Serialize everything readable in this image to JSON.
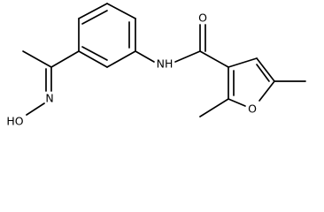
{
  "molecule": {
    "labels": {
      "ho": "HO",
      "n_oxime": "N",
      "nh": "NH",
      "o_carbonyl": "O",
      "o_furan": "O"
    },
    "bond_color": "#000000",
    "label_color": "#000000",
    "background": "#ffffff"
  }
}
